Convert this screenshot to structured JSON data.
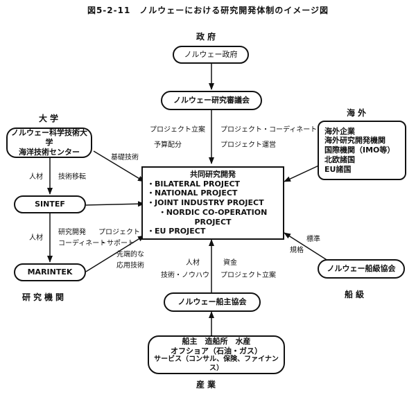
{
  "title": "図5-2-11　ノルウェーにおける研究開発体制のイメージ図",
  "sections": {
    "government": "政府",
    "university": "大学",
    "overseas": "海外",
    "research_institutes": "研究機関",
    "classification": "船級",
    "industry": "産業"
  },
  "nodes": {
    "norway_government": "ノルウェー政府",
    "research_council": "ノルウェー研究審議会",
    "ntnu_line1": "ノルウェー科学技術大学",
    "ntnu_line2": "海洋技術センター",
    "sintef": "SINTEF",
    "marintek": "MARINTEK",
    "overseas_items": [
      "海外企業",
      "海外研究開発機関",
      "国際機関（IMO等）",
      "北欧諸国",
      "EU諸国"
    ],
    "joint_title": "共同研究開発",
    "joint_items": [
      "・BILATERAL PROJECT",
      "・NATIONAL PROJECT",
      "・JOINT INDUSTRY PROJECT",
      "・NORDIC CO-OPERATION PROJECT",
      "・EU PROJECT"
    ],
    "class_society": "ノルウェー船級協会",
    "shipowners_assoc": "ノルウェー船主協会",
    "industry_line1": "船主　造船所　水産",
    "industry_line2": "オフショア（石油・ガス）",
    "industry_line3": "サービス（コンサル、保険、ファイナンス）"
  },
  "labels": {
    "project_planning": "プロジェクト立案",
    "budget_allocation": "予算配分",
    "project_coordinate": "プロジェクト・コーディネート",
    "project_operation": "プロジェクト運営",
    "basic_tech": "基礎技術",
    "human_resources_1": "人材",
    "tech_transfer": "技術移転",
    "human_resources_2": "人材",
    "rd_line1": "研究開発",
    "rd_line2": "コーディネート",
    "project_support_1": "プロジェクト",
    "project_support_2": "・サポート",
    "advanced_1": "先端的な",
    "advanced_2": "応用技術",
    "hr_3": "人材",
    "tech_knowhow": "技術・ノウハウ",
    "funds": "資金",
    "project_planning_2": "プロジェクト立案",
    "standards": "標準",
    "rules": "規格"
  }
}
